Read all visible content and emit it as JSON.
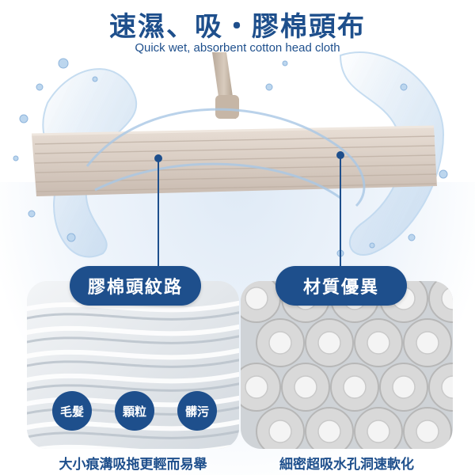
{
  "header": {
    "title": "速濕、吸・膠棉頭布",
    "subtitle": "Quick wet, absorbent cotton head cloth"
  },
  "colors": {
    "brand_blue": "#1e4f8c",
    "sponge_beige": "#d9cdc3",
    "water": "#bcd6ee"
  },
  "callouts": {
    "left_label": "膠棉頭紋路",
    "right_label": "材質優異"
  },
  "features": {
    "items": [
      "毛髮",
      "顆粒",
      "髒污"
    ]
  },
  "captions": {
    "left": "大小痕溝吸拖更輕而易舉",
    "right": "細密超吸水孔洞速軟化"
  }
}
